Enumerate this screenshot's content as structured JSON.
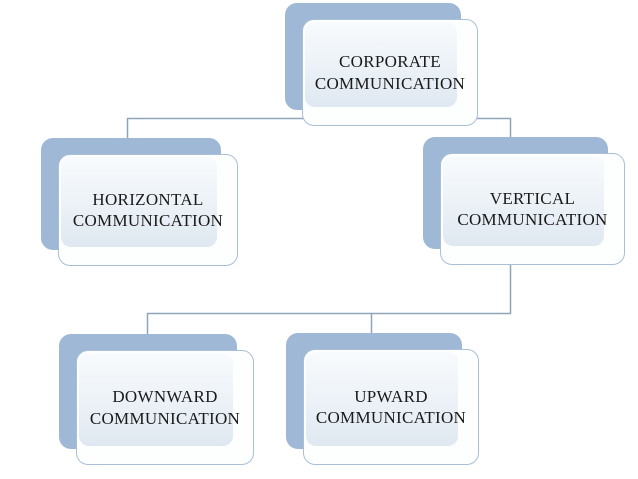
{
  "diagram": {
    "type": "hierarchy",
    "colors": {
      "background": "#ffffff",
      "node_shadow": "#9eb8d5",
      "node_border": "#a9bfd5",
      "node_fill_top": "#f8fbfd",
      "node_fill_bottom": "#dfe8f1",
      "connector": "#8fa5ba",
      "text": "#1a1a1a"
    },
    "nodes": [
      {
        "id": "corporate",
        "parent": null,
        "lines": [
          "CORPORATE",
          "COMMUNICATION"
        ]
      },
      {
        "id": "horizontal",
        "parent": "corporate",
        "lines": [
          "HORIZONTAL",
          "COMMUNICATION"
        ]
      },
      {
        "id": "vertical",
        "parent": "corporate",
        "lines": [
          "VERTICAL",
          "COMMUNICATION"
        ]
      },
      {
        "id": "downward",
        "parent": "vertical",
        "lines": [
          "DOWNWARD",
          "COMMUNICATION"
        ]
      },
      {
        "id": "upward",
        "parent": "vertical",
        "lines": [
          "UPWARD",
          "COMMUNICATION"
        ]
      }
    ]
  }
}
